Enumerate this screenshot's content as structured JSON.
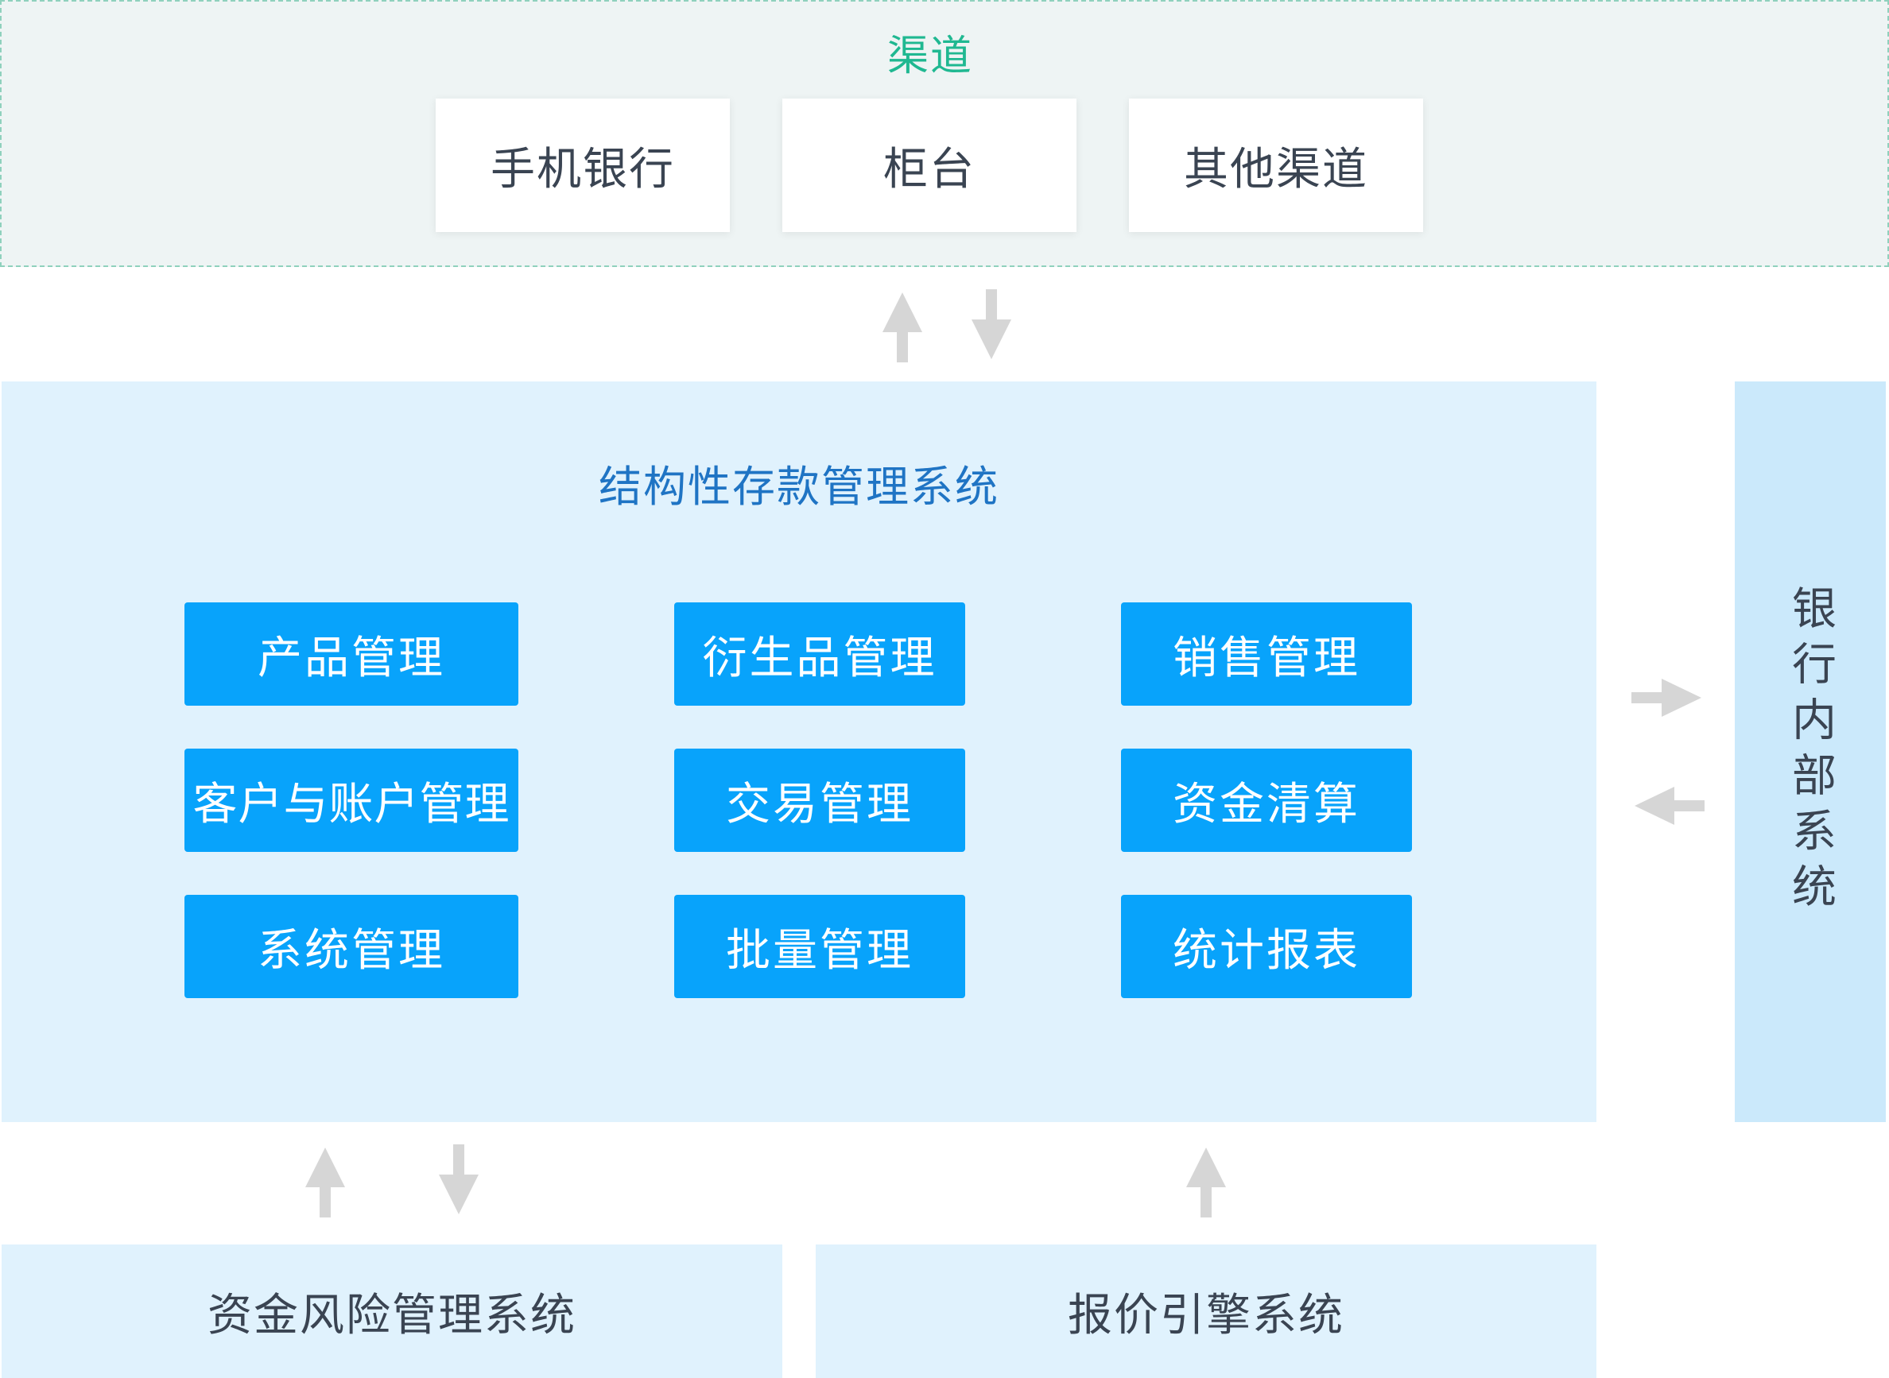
{
  "channels": {
    "title": "渠道",
    "items": [
      {
        "label": "手机银行"
      },
      {
        "label": "柜台"
      },
      {
        "label": "其他渠道"
      }
    ]
  },
  "main_system": {
    "title": "结构性存款管理系统",
    "modules": [
      {
        "label": "产品管理"
      },
      {
        "label": "衍生品管理"
      },
      {
        "label": "销售管理"
      },
      {
        "label": "客户与账户管理"
      },
      {
        "label": "交易管理"
      },
      {
        "label": "资金清算"
      },
      {
        "label": "系统管理"
      },
      {
        "label": "批量管理"
      },
      {
        "label": "统计报表"
      }
    ]
  },
  "internal_system": {
    "label": "银行内部系统"
  },
  "bottom_systems": [
    {
      "label": "资金风险管理系统"
    },
    {
      "label": "报价引擎系统"
    }
  ],
  "colors": {
    "channel_title": "#1fb891",
    "main_title": "#1f74c4",
    "module_fill": "#08a3fb",
    "panel_fill": "#e0f2fd",
    "internal_fill": "#cbe9fb",
    "arrow": "#d6d6d6"
  }
}
